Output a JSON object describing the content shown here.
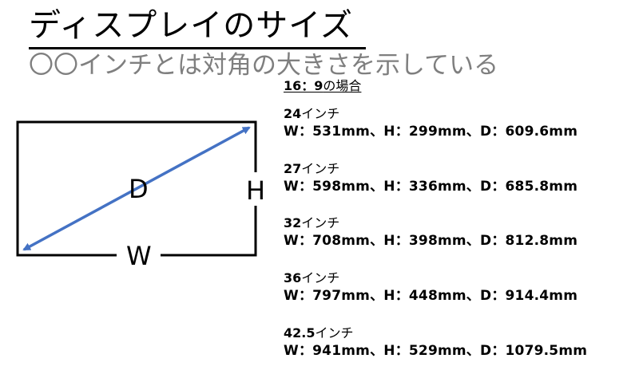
{
  "header": {
    "title": "ディスプレイのサイズ",
    "subtitle": "〇〇インチとは対角の大きさを示している"
  },
  "diagram": {
    "label_d": "D",
    "label_h": "H",
    "label_w": "W",
    "frame_color": "#000000",
    "arrow_color": "#4472C4"
  },
  "ratio": {
    "number": "16：9",
    "suffix": "の場合"
  },
  "sizes": [
    {
      "inch": "24",
      "unit": "インチ",
      "dims": "W：531mm、H：299mm、D：609.6mm"
    },
    {
      "inch": "27",
      "unit": "インチ",
      "dims": "W：598mm、H：336mm、D：685.8mm"
    },
    {
      "inch": "32",
      "unit": "インチ",
      "dims": "W：708mm、H：398mm、D：812.8mm"
    },
    {
      "inch": "36",
      "unit": "インチ",
      "dims": "W：797mm、H：448mm、D：914.4mm"
    },
    {
      "inch": "42.5",
      "unit": "インチ",
      "dims": "W：941mm、H：529mm、D：1079.5mm"
    }
  ]
}
